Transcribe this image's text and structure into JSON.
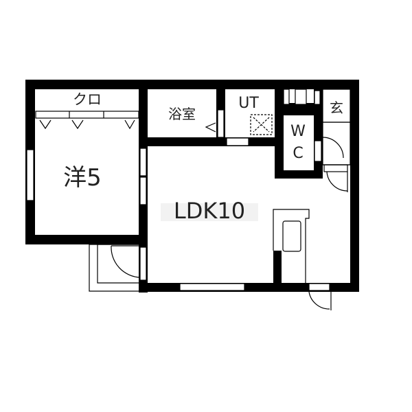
{
  "floor_plan": {
    "rooms": {
      "closet": "クロ",
      "western_room": "洋5",
      "bathroom": "浴室",
      "utility": "UT",
      "toilet_w": "W",
      "toilet_c": "C",
      "entrance": "玄",
      "ldk": "LDK10"
    },
    "colors": {
      "wall": "#000000",
      "background": "#ffffff"
    }
  }
}
